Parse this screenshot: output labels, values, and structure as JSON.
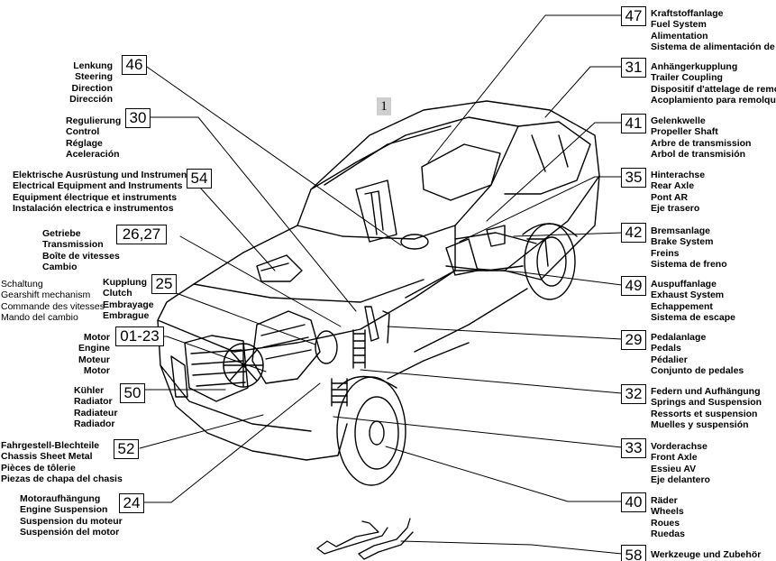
{
  "figure_ref": "1",
  "callouts": [
    {
      "id": "c47",
      "number": "47",
      "lines": [
        "Kraftstoffanlage",
        "Fuel System",
        "Alimentation",
        "Sistema de alimentación de"
      ]
    },
    {
      "id": "c31",
      "number": "31",
      "lines": [
        "Anhängerkupplung",
        "Trailer Coupling",
        "Dispositif d'attelage de remorq",
        "Acoplamiento para remolque"
      ]
    },
    {
      "id": "c41",
      "number": "41",
      "lines": [
        "Gelenkwelle",
        "Propeller Shaft",
        "Arbre de transmission",
        "Arbol de transmisión"
      ]
    },
    {
      "id": "c35",
      "number": "35",
      "lines": [
        "Hinterachse",
        "Rear Axle",
        "Pont AR",
        "Eje trasero"
      ]
    },
    {
      "id": "c42",
      "number": "42",
      "lines": [
        "Bremsanlage",
        "Brake System",
        "Freins",
        "Sistema de freno"
      ]
    },
    {
      "id": "c49",
      "number": "49",
      "lines": [
        "Auspuffanlage",
        "Exhaust System",
        "Echappement",
        "Sistema de escape"
      ]
    },
    {
      "id": "c29",
      "number": "29",
      "lines": [
        "Pedalanlage",
        "Pedals",
        "Pédalier",
        "Conjunto de pedales"
      ]
    },
    {
      "id": "c32",
      "number": "32",
      "lines": [
        "Federn und Aufhängung",
        "Springs and Suspension",
        "Ressorts et suspension",
        "Muelles y suspensión"
      ]
    },
    {
      "id": "c33",
      "number": "33",
      "lines": [
        "Vorderachse",
        "Front Axle",
        "Essieu AV",
        "Eje delantero"
      ]
    },
    {
      "id": "c40",
      "number": "40",
      "lines": [
        "Räder",
        "Wheels",
        "Roues",
        "Ruedas"
      ]
    },
    {
      "id": "c58",
      "number": "58",
      "lines": [
        "Werkzeuge und Zubehör"
      ]
    },
    {
      "id": "c46",
      "number": "46",
      "lines": [
        "Lenkung",
        "Steering",
        "Direction",
        "Dirección"
      ]
    },
    {
      "id": "c30",
      "number": "30",
      "lines": [
        "Regulierung",
        "Control",
        "Réglage",
        "Aceleración"
      ]
    },
    {
      "id": "c54",
      "number": "54",
      "lines": [
        "Elektrische Ausrüstung und Instrumente",
        "Electrical Equipment and Instruments",
        "Equipment électrique et instruments",
        "Instalación electrica e instrumentos"
      ]
    },
    {
      "id": "c2627",
      "number": "26,27",
      "lines": [
        "Getriebe",
        "Transmission",
        "Boîte de vitesses",
        "Cambio"
      ]
    },
    {
      "id": "c25",
      "number": "25",
      "lines": [
        "Kupplung",
        "Clutch",
        "Embrayage",
        "Embrague"
      ]
    },
    {
      "id": "cschalt",
      "number": "",
      "lines": [
        "Schaltung",
        "Gearshift mechanism",
        "Commande des vitesses",
        "Mando del cambio"
      ]
    },
    {
      "id": "c0123",
      "number": "01-23",
      "lines": [
        "Motor",
        "Engine",
        "Moteur",
        "Motor"
      ]
    },
    {
      "id": "c50",
      "number": "50",
      "lines": [
        "Kühler",
        "Radiator",
        "Radiateur",
        "Radiador"
      ]
    },
    {
      "id": "c52",
      "number": "52",
      "lines": [
        "Fahrgestell-Blechteile",
        "Chassis Sheet Metal",
        "Pièces de tôlerie",
        "Piezas de chapa del chasis"
      ]
    },
    {
      "id": "c24",
      "number": "24",
      "lines": [
        "Motoraufhängung",
        "Engine Suspension",
        "Suspension du moteur",
        "Suspensión del motor"
      ]
    }
  ]
}
